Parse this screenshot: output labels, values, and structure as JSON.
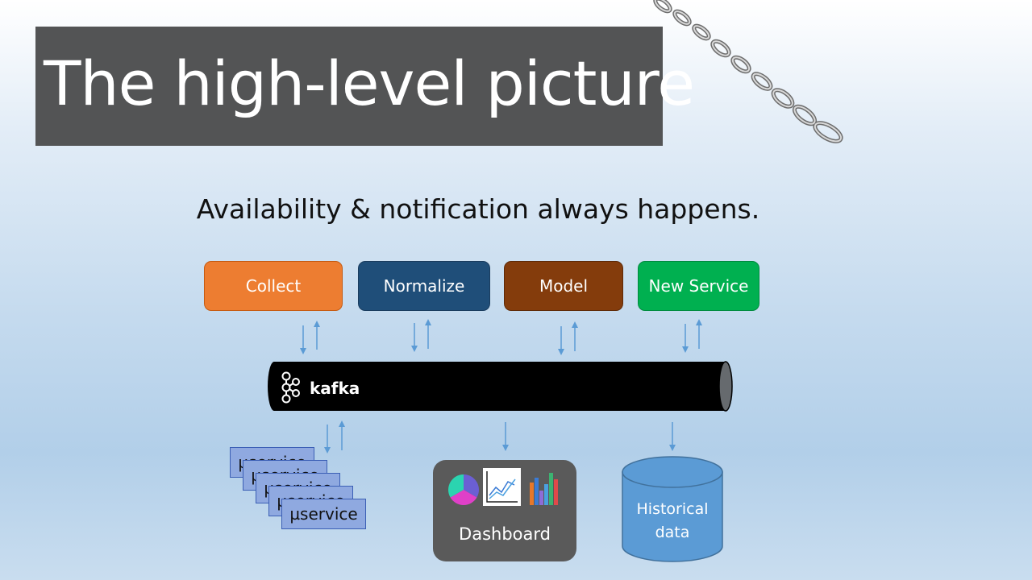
{
  "slide": {
    "title": "The high-level picture",
    "subtitle": "Availability & notification always happens."
  },
  "services": [
    {
      "label": "Collect",
      "color": "#ed7d31"
    },
    {
      "label": "Normalize",
      "color": "#1f4e79"
    },
    {
      "label": "Model",
      "color": "#843c0c"
    },
    {
      "label": "New Service",
      "color": "#00b050"
    }
  ],
  "bus": {
    "label": "kafka",
    "icon": "kafka-logo-icon"
  },
  "microservices": {
    "label": "µservice",
    "count": 5
  },
  "dashboard": {
    "label": "Dashboard",
    "icons": [
      "pie-chart-icon",
      "line-chart-icon",
      "bar-chart-icon"
    ]
  },
  "historical": {
    "label": "Historical\ndata"
  },
  "decoration": {
    "icon": "chain-icon"
  },
  "colors": {
    "arrow": "#5b9bd5",
    "title_bg": "#535455",
    "pipe": "#000000",
    "database": "#5b9bd5"
  }
}
